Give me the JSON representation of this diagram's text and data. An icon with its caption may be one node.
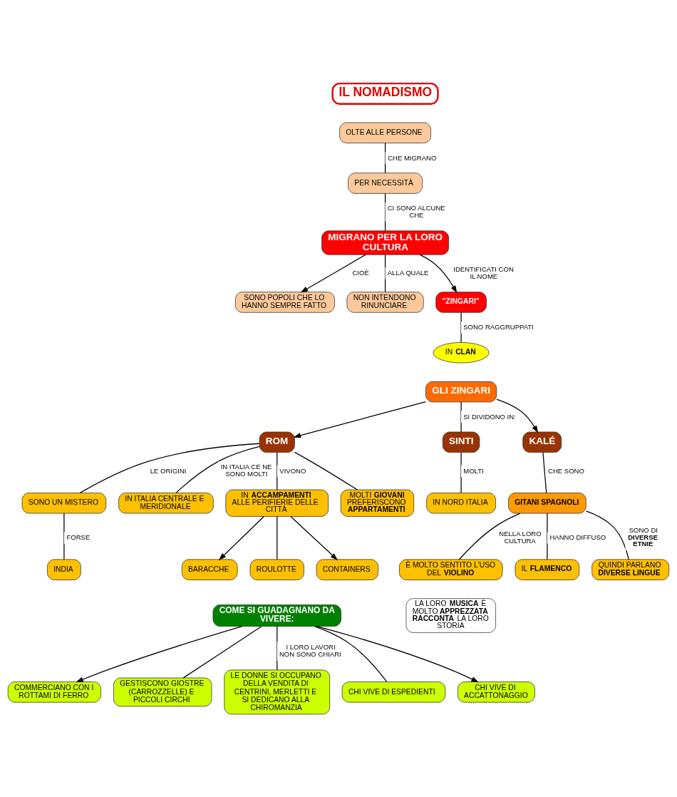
{
  "diagram": {
    "nodes": [
      {
        "text": [
          "IL NOMADISMO"
        ]
      },
      {
        "text": [
          "OLTE ALLE PERSONE"
        ]
      },
      {
        "text": [
          "PER NECESSITÀ"
        ]
      },
      {
        "text": [
          "MIGRANO PER LA LORO CULTURA"
        ]
      },
      {
        "text": [
          "SONO POPOLI CHE LO HANNO SEMPRE FATTO"
        ]
      },
      {
        "text": [
          "NON INTENDONO RINUNCIARE"
        ]
      },
      {
        "text": [
          "\"ZINGARI\""
        ]
      },
      {
        "text": [
          "IN **CLAN**"
        ]
      },
      {
        "text": [
          "GLI ZINGARI"
        ]
      },
      {
        "text": [
          "ROM"
        ]
      },
      {
        "text": [
          "SINTI"
        ]
      },
      {
        "text": [
          "KALÉ"
        ]
      },
      {
        "text": [
          "SONO UN MISTERO"
        ]
      },
      {
        "text": [
          "INDIA"
        ]
      },
      {
        "text": [
          "IN ITALIA CENTRALE E MERIDIONALE"
        ]
      },
      {
        "text": [
          "IN **ACCAMPAMENTI** ALLE PERIFIERIE DELLE CITTÀ"
        ]
      },
      {
        "text": [
          "MOLTI **GIOVANI** PREFERISCONO **APPARTAMENTI**"
        ]
      },
      {
        "text": [
          "BARACCHE"
        ]
      },
      {
        "text": [
          "ROULOTTE"
        ]
      },
      {
        "text": [
          "CONTAINERS"
        ]
      },
      {
        "text": [
          "IN NORD ITALIA"
        ]
      },
      {
        "text": [
          "GITANI SPAGNOLI"
        ]
      },
      {
        "text": [
          "È MOLTO SENTITO L'USO DEL **VIOLINO**"
        ]
      },
      {
        "text": [
          "LA LORO **MUSICA** È MOLTO **APPREZZATA** **RACCONTA** LA LORO STORIA"
        ]
      },
      {
        "text": [
          "IL **FLAMENCO**"
        ]
      },
      {
        "text": [
          "QUINDI PARLANO **DIVERSE LINGUE**"
        ]
      },
      {
        "text": [
          "COME SI GUADAGNANO DA VIVERE:"
        ]
      },
      {
        "text": [
          "COMMERCIANO CON I ROTTAMI DI FERRO"
        ]
      },
      {
        "text": [
          "GESTISCONO GIOSTRE (CARROZZELLE) E PICCOLI CIRCHI"
        ]
      },
      {
        "text": [
          "LE DONNE SI OCCUPANO DELLA VENDITA DI CENTRINI, MERLETTI E SI DEDICANO ALLA CHIROMANZIA"
        ]
      },
      {
        "text": [
          "CHI VIVE DI ESPEDIENTI"
        ]
      },
      {
        "text": [
          "CHI VIVE DI ACCATTONAGGIO"
        ]
      }
    ],
    "edges": [
      {
        "from": 1,
        "to": 2,
        "arrow": "none",
        "label": "CHE MIGRANO"
      },
      {
        "from": 2,
        "to": 3,
        "arrow": "none",
        "label": "CI SONO ALCUNE CHE"
      },
      {
        "from": 3,
        "to": 4,
        "arrow": "to",
        "label": "CIOÈ"
      },
      {
        "from": 3,
        "to": 5,
        "arrow": "none",
        "label": "ALLA QUALE"
      },
      {
        "from": 3,
        "to": 6,
        "arrow": "to",
        "label": "IDENTIFICATI CON IL NOME"
      },
      {
        "from": 6,
        "to": 7,
        "arrow": "none",
        "label": "SONO RAGGRUPPATI"
      },
      {
        "from": 8,
        "to": 9,
        "arrow": "to"
      },
      {
        "from": 8,
        "to": 10,
        "arrow": "none",
        "label": "SI DIVIDONO IN:"
      },
      {
        "from": 8,
        "to": 11,
        "arrow": "to"
      },
      {
        "from": 9,
        "to": 12,
        "arrow": "none",
        "label": "LE ORIGINI"
      },
      {
        "from": 12,
        "to": 13,
        "arrow": "none",
        "label": "FORSE"
      },
      {
        "from": 9,
        "to": 14,
        "arrow": "none",
        "label": "IN ITALIA CE NE SONO MOLTI"
      },
      {
        "from": 9,
        "to": 15,
        "arrow": "none",
        "label": "VIVONO"
      },
      {
        "from": 9,
        "to": 16,
        "arrow": "none"
      },
      {
        "from": 15,
        "to": 17,
        "arrow": "to"
      },
      {
        "from": 15,
        "to": 18,
        "arrow": "none"
      },
      {
        "from": 15,
        "to": 19,
        "arrow": "to"
      },
      {
        "from": 10,
        "to": 20,
        "arrow": "none",
        "label": "MOLTI"
      },
      {
        "from": 11,
        "to": 21,
        "arrow": "none",
        "label": "CHE SONO"
      },
      {
        "from": 21,
        "to": 22,
        "arrow": "none",
        "label": "NELLA LORO CULTURA"
      },
      {
        "from": 21,
        "to": 24,
        "arrow": "none",
        "label": "HANNO DIFFUSO"
      },
      {
        "from": 21,
        "to": 25,
        "arrow": "none",
        "label": "SONO DI **DIVERSE ETNIE**"
      },
      {
        "from": 26,
        "to": 27,
        "arrow": "to"
      },
      {
        "from": 26,
        "to": 28,
        "arrow": "none"
      },
      {
        "from": 26,
        "to": 29,
        "arrow": "none",
        "label": "I LORO LAVORI NON SONO CHIARI"
      },
      {
        "from": 26,
        "to": 30,
        "arrow": "none"
      },
      {
        "from": 26,
        "to": 31,
        "arrow": "to"
      }
    ]
  }
}
